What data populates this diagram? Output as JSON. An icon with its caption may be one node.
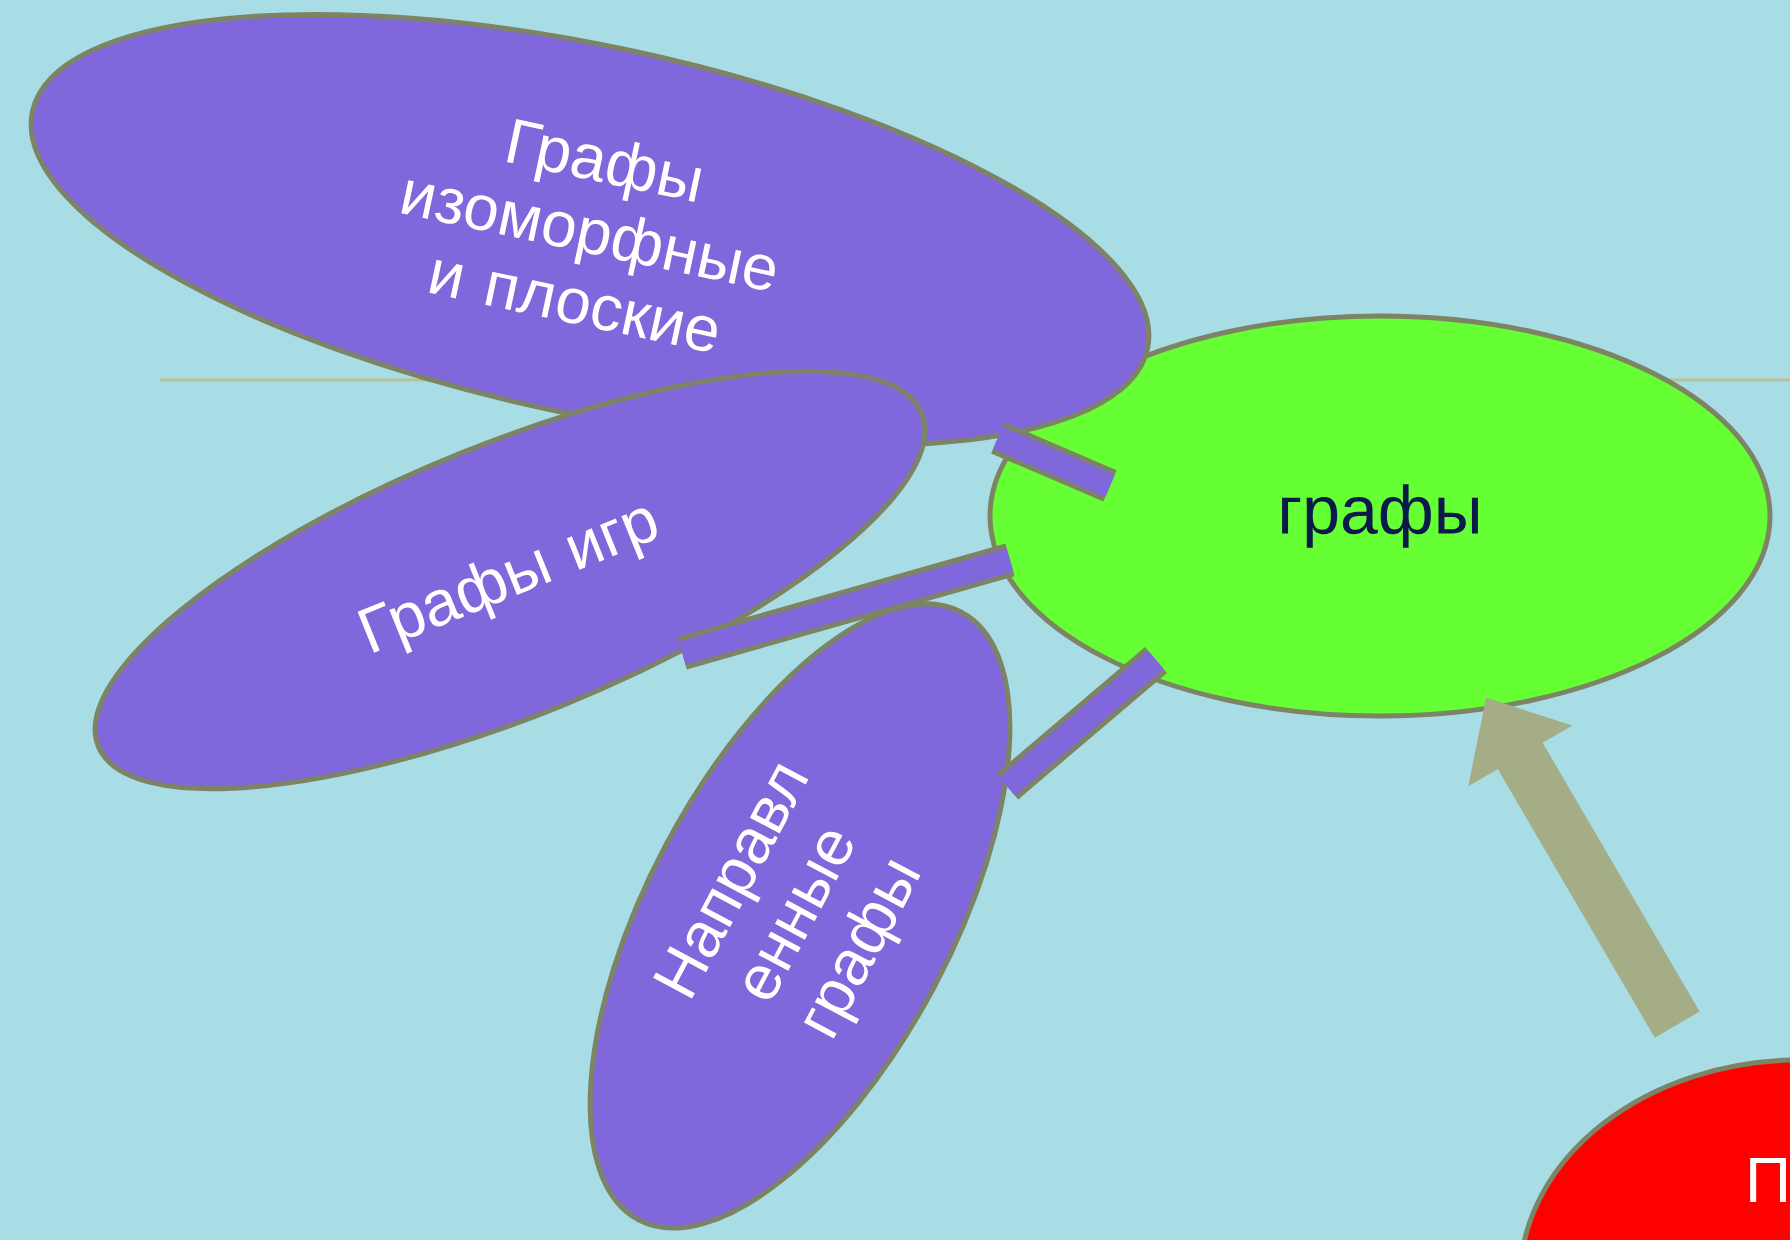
{
  "diagram": {
    "nodes": [
      {
        "text": [
          "графы"
        ]
      },
      {
        "text": [
          "Графы изоморфные и плоские"
        ]
      },
      {
        "text": [
          "Графы игр"
        ]
      },
      {
        "text": [
          "Направл енные графы"
        ]
      },
      {
        "text": [
          "П"
        ]
      }
    ],
    "edges": [
      {
        "from": 1,
        "to": 0,
        "arrow": "none"
      },
      {
        "from": 2,
        "to": 0,
        "arrow": "none"
      },
      {
        "from": 3,
        "to": 0,
        "arrow": "none"
      },
      {
        "from": 4,
        "to": 0,
        "arrow": "to",
        "color": "#a4ad86"
      }
    ]
  }
}
